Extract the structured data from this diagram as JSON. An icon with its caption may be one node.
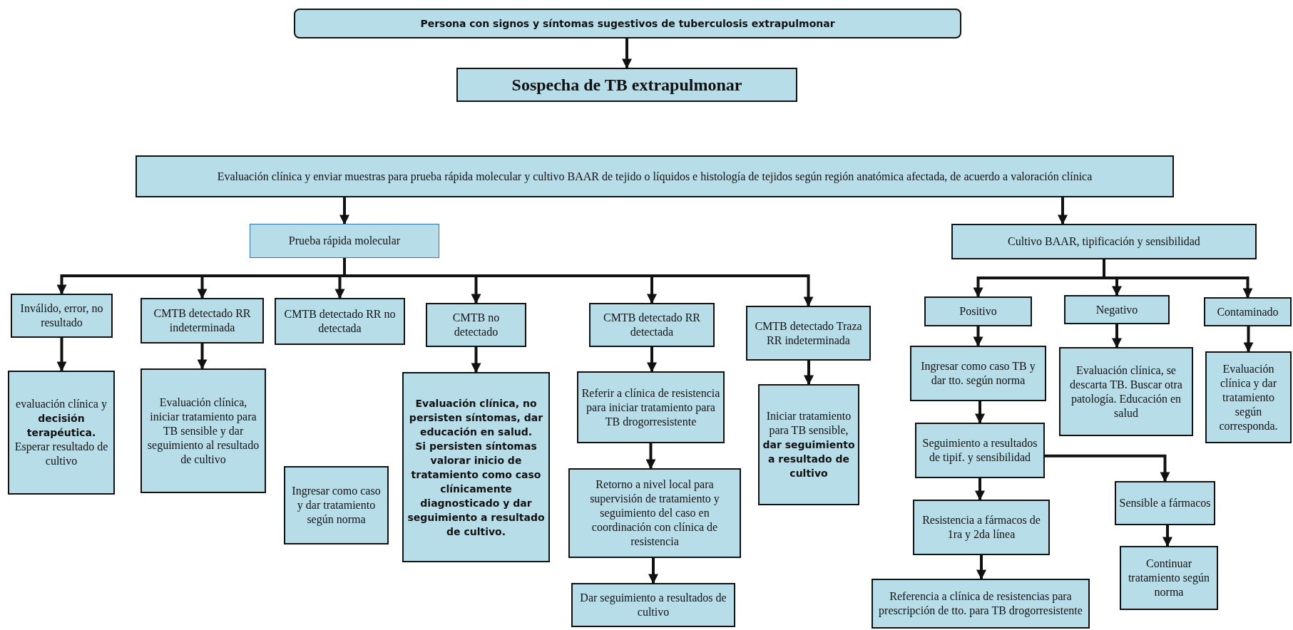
{
  "diagram": {
    "nodes": [
      {
        "text": [
          "Persona con signos y síntomas sugestivos de tuberculosis extrapulmonar"
        ]
      },
      {
        "text": [
          "Sospecha de TB extrapulmonar"
        ]
      },
      {
        "text": [
          "Evaluación clínica y enviar muestras para prueba rápida molecular y cultivo BAAR de tejido o líquidos e histología de tejidos según región anatómica afectada, de acuerdo a valoración clínica"
        ]
      },
      {
        "text": [
          "Prueba rápida molecular"
        ]
      },
      {
        "text": [
          "Cultivo BAAR, tipificación y sensibilidad"
        ]
      },
      {
        "text": [
          "Inválido, error, no resultado"
        ]
      },
      {
        "text": [
          "CMTB detectado RR indeterminada"
        ]
      },
      {
        "text": [
          "CMTB detectado RR no detectada"
        ]
      },
      {
        "text": [
          "CMTB no detectado"
        ]
      },
      {
        "text": [
          "CMTB detectado RR detectada"
        ]
      },
      {
        "text": [
          "CMTB detectado Traza RR indeterminada"
        ]
      },
      {
        "text": [
          "Positivo"
        ]
      },
      {
        "text": [
          "Negativo"
        ]
      },
      {
        "text": [
          "Contaminado"
        ]
      },
      {
        "text": [
          "evaluación clínica y **decisión terapéutica.** Esperar resultado de cultivo"
        ]
      },
      {
        "text": [
          "Evaluación clínica, iniciar tratamiento para TB sensible y dar seguimiento al resultado de cultivo"
        ]
      },
      {
        "text": [
          "Ingresar como caso y dar tratamiento según norma"
        ]
      },
      {
        "text": [
          "Evaluación clínica, no persisten síntomas, dar educación en salud.",
          "Si persisten síntomas valorar inicio de tratamiento como caso clínicamente diagnosticado y dar seguimiento a resultado de cultivo."
        ]
      },
      {
        "text": [
          "Referir a clínica de resistencia para iniciar tratamiento para TB drogorresistente"
        ]
      },
      {
        "text": [
          "Retorno a nivel local para supervisión de tratamiento y seguimiento del caso en coordinación con clínica de resistencia"
        ]
      },
      {
        "text": [
          "Dar seguimiento a resultados de cultivo"
        ]
      },
      {
        "text": [
          "Iniciar tratamiento para TB sensible, **dar seguimiento a resultado de cultivo**"
        ]
      },
      {
        "text": [
          "Ingresar como caso TB y dar tto.  según norma"
        ]
      },
      {
        "text": [
          "Evaluación clínica, se descarta TB. Buscar otra patología. Educación en salud"
        ]
      },
      {
        "text": [
          "Evaluación clínica y dar tratamiento según corresponda."
        ]
      },
      {
        "text": [
          "Seguimiento a resultados de tipif. y sensibilidad"
        ]
      },
      {
        "text": [
          "Resistencia a fármacos de 1ra y 2da línea"
        ]
      },
      {
        "text": [
          "Sensible a fármacos"
        ]
      },
      {
        "text": [
          "Referencia a clínica de resistencias para prescripción de tto. para TB drogorresistente"
        ]
      },
      {
        "text": [
          "Continuar tratamiento según norma"
        ]
      }
    ],
    "edges": [
      {
        "from": 0,
        "to": 1,
        "arrow": "to"
      },
      {
        "from": 2,
        "to": 3,
        "arrow": "to"
      },
      {
        "from": 2,
        "to": 4,
        "arrow": "to"
      },
      {
        "from": 3,
        "to": 5,
        "arrow": "to"
      },
      {
        "from": 3,
        "to": 6,
        "arrow": "to"
      },
      {
        "from": 3,
        "to": 7,
        "arrow": "to"
      },
      {
        "from": 3,
        "to": 8,
        "arrow": "to"
      },
      {
        "from": 3,
        "to": 9,
        "arrow": "to"
      },
      {
        "from": 3,
        "to": 10,
        "arrow": "to"
      },
      {
        "from": 4,
        "to": 11,
        "arrow": "to"
      },
      {
        "from": 4,
        "to": 12,
        "arrow": "to"
      },
      {
        "from": 4,
        "to": 13,
        "arrow": "to"
      },
      {
        "from": 5,
        "to": 14,
        "arrow": "to"
      },
      {
        "from": 6,
        "to": 15,
        "arrow": "to"
      },
      {
        "from": 8,
        "to": 17,
        "arrow": "to"
      },
      {
        "from": 9,
        "to": 18,
        "arrow": "to"
      },
      {
        "from": 18,
        "to": 19,
        "arrow": "to"
      },
      {
        "from": 19,
        "to": 20,
        "arrow": "to"
      },
      {
        "from": 10,
        "to": 21,
        "arrow": "to"
      },
      {
        "from": 11,
        "to": 22,
        "arrow": "to"
      },
      {
        "from": 12,
        "to": 23,
        "arrow": "to"
      },
      {
        "from": 13,
        "to": 24,
        "arrow": "to"
      },
      {
        "from": 22,
        "to": 25,
        "arrow": "to"
      },
      {
        "from": 25,
        "to": 26,
        "arrow": "to"
      },
      {
        "from": 25,
        "to": 27,
        "arrow": "to"
      },
      {
        "from": 26,
        "to": 28,
        "arrow": "to"
      },
      {
        "from": 27,
        "to": 29,
        "arrow": "to"
      }
    ]
  }
}
